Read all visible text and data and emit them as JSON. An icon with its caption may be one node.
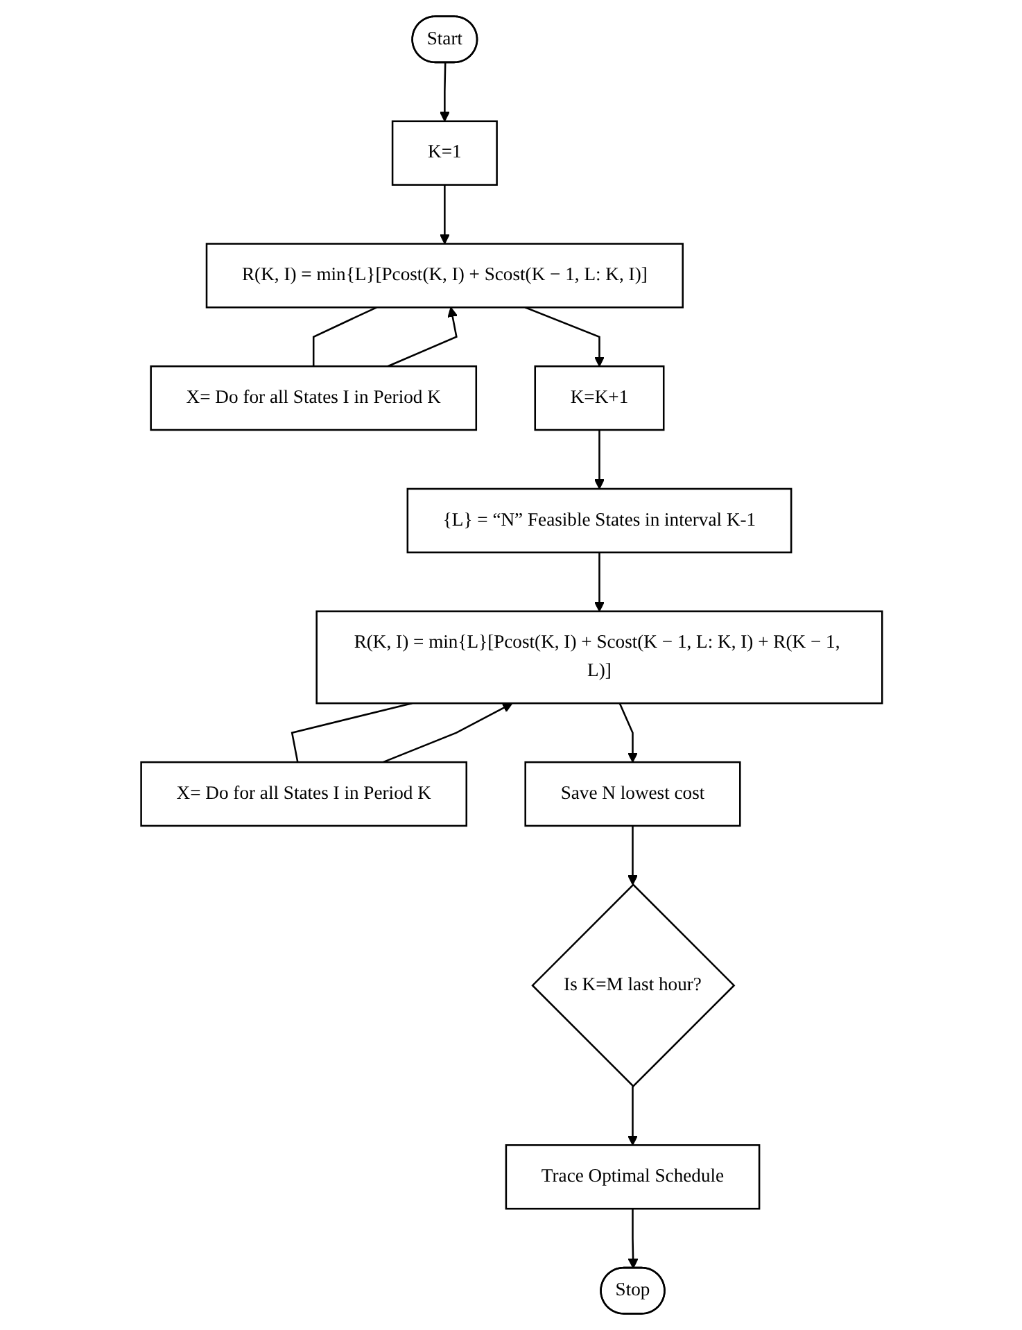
{
  "diagram": {
    "nodes": [
      {
        "text": [
          "Start"
        ]
      },
      {
        "text": [
          "K=1"
        ]
      },
      {
        "text": [
          "R(K, I) = min{L}[Pcost(K, I) + Scost(K − 1, L: K, I)]"
        ]
      },
      {
        "text": [
          "X= Do for all States I in Period K"
        ]
      },
      {
        "text": [
          "K=K+1"
        ]
      },
      {
        "text": [
          "{L} = “N” Feasible States in interval K-1"
        ]
      },
      {
        "text": [
          "R(K, I) = min{L}[Pcost(K, I) + Scost(K − 1, L: K, I) + R(K − 1, L)]"
        ]
      },
      {
        "text": [
          "X= Do for all States I in Period K"
        ]
      },
      {
        "text": [
          "Save N lowest cost"
        ]
      },
      {
        "text": [
          "Is K=M last hour?"
        ]
      },
      {
        "text": [
          "Trace Optimal Schedule"
        ]
      },
      {
        "text": [
          "Stop"
        ]
      }
    ],
    "edges": [
      {
        "from": 0,
        "to": 1,
        "arrow": "to"
      },
      {
        "from": 1,
        "to": 2,
        "arrow": "to"
      },
      {
        "from": 2,
        "to": 4,
        "arrow": "to"
      },
      {
        "from": 4,
        "to": 5,
        "arrow": "to"
      },
      {
        "from": 5,
        "to": 6,
        "arrow": "to"
      },
      {
        "from": 6,
        "to": 8,
        "arrow": "to"
      },
      {
        "from": 8,
        "to": 9,
        "arrow": "to"
      },
      {
        "from": 9,
        "to": 10,
        "arrow": "to"
      },
      {
        "from": 10,
        "to": 11,
        "arrow": "to"
      },
      {
        "from": 2,
        "to": 3,
        "arrow": "none"
      },
      {
        "from": 3,
        "to": 2,
        "arrow": "to"
      },
      {
        "from": 6,
        "to": 7,
        "arrow": "none"
      },
      {
        "from": 7,
        "to": 6,
        "arrow": "to"
      }
    ]
  }
}
